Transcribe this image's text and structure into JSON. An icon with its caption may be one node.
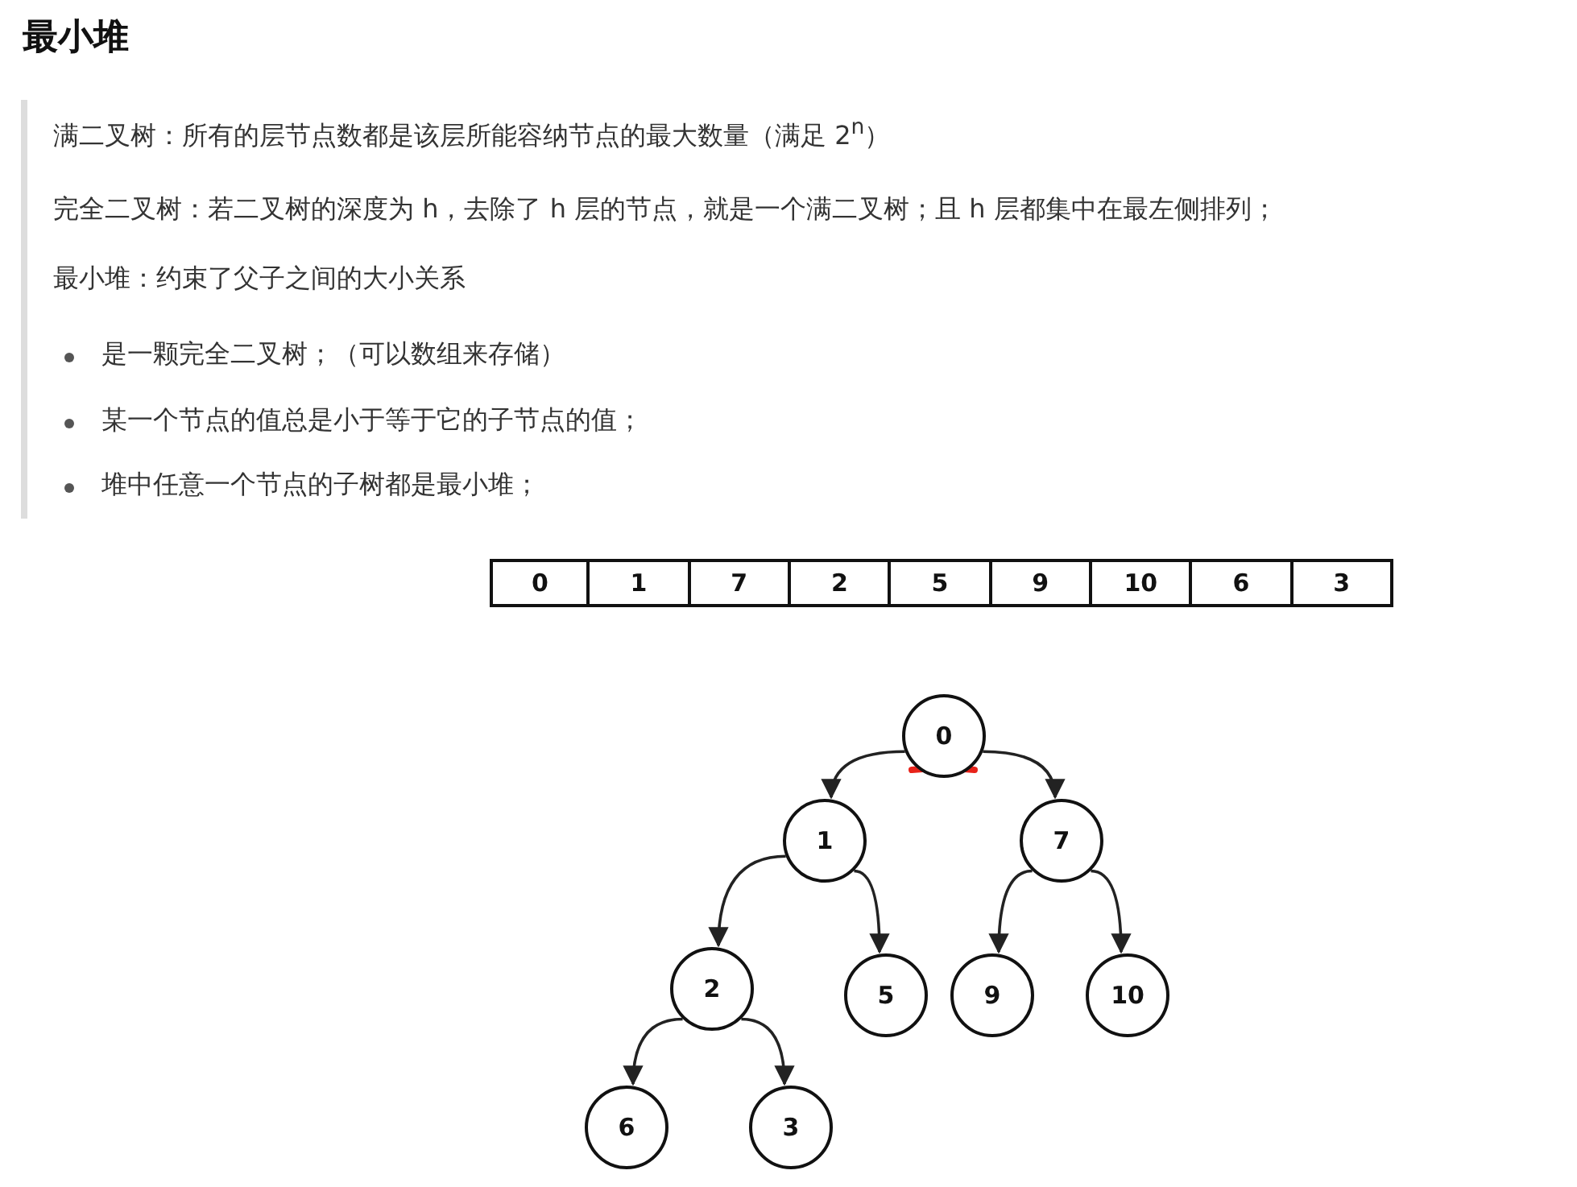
{
  "diagram": {
    "title": "最小堆",
    "nodes": [
      {
        "text": [
          "0"
        ]
      },
      {
        "text": [
          "1"
        ]
      },
      {
        "text": [
          "7"
        ]
      },
      {
        "text": [
          "2"
        ]
      },
      {
        "text": [
          "5"
        ]
      },
      {
        "text": [
          "9"
        ]
      },
      {
        "text": [
          "10"
        ]
      },
      {
        "text": [
          "6"
        ]
      },
      {
        "text": [
          "3"
        ]
      }
    ],
    "edges": [
      {
        "from": 0,
        "to": 1,
        "arrow": "to"
      },
      {
        "from": 0,
        "to": 2,
        "arrow": "to"
      },
      {
        "from": 1,
        "to": 3,
        "arrow": "to"
      },
      {
        "from": 1,
        "to": 4,
        "arrow": "to"
      },
      {
        "from": 2,
        "to": 5,
        "arrow": "to"
      },
      {
        "from": 2,
        "to": 6,
        "arrow": "to"
      },
      {
        "from": 3,
        "to": 7,
        "arrow": "to"
      },
      {
        "from": 3,
        "to": 8,
        "arrow": "to"
      }
    ],
    "labels": [
      "满二叉树：所有的层节点数都是该层所能容纳节点的最大数量（满足 2$^{n}$）",
      "完全二叉树：若二叉树的深度为 h，去除了 h 层的节点，就是一个满二叉树；且 h 层都集中在最左侧排列；",
      "最小堆：约束了父子之间的大小关系",
      "是一颗完全二叉树；（可以数组来存储）",
      "某一个节点的值总是小于等于它的子节点的值；",
      "堆中任意一个节点的子树都是最小堆；",
      "0",
      "1",
      "7",
      "2",
      "5",
      "9",
      "10",
      "6",
      "3"
    ]
  }
}
